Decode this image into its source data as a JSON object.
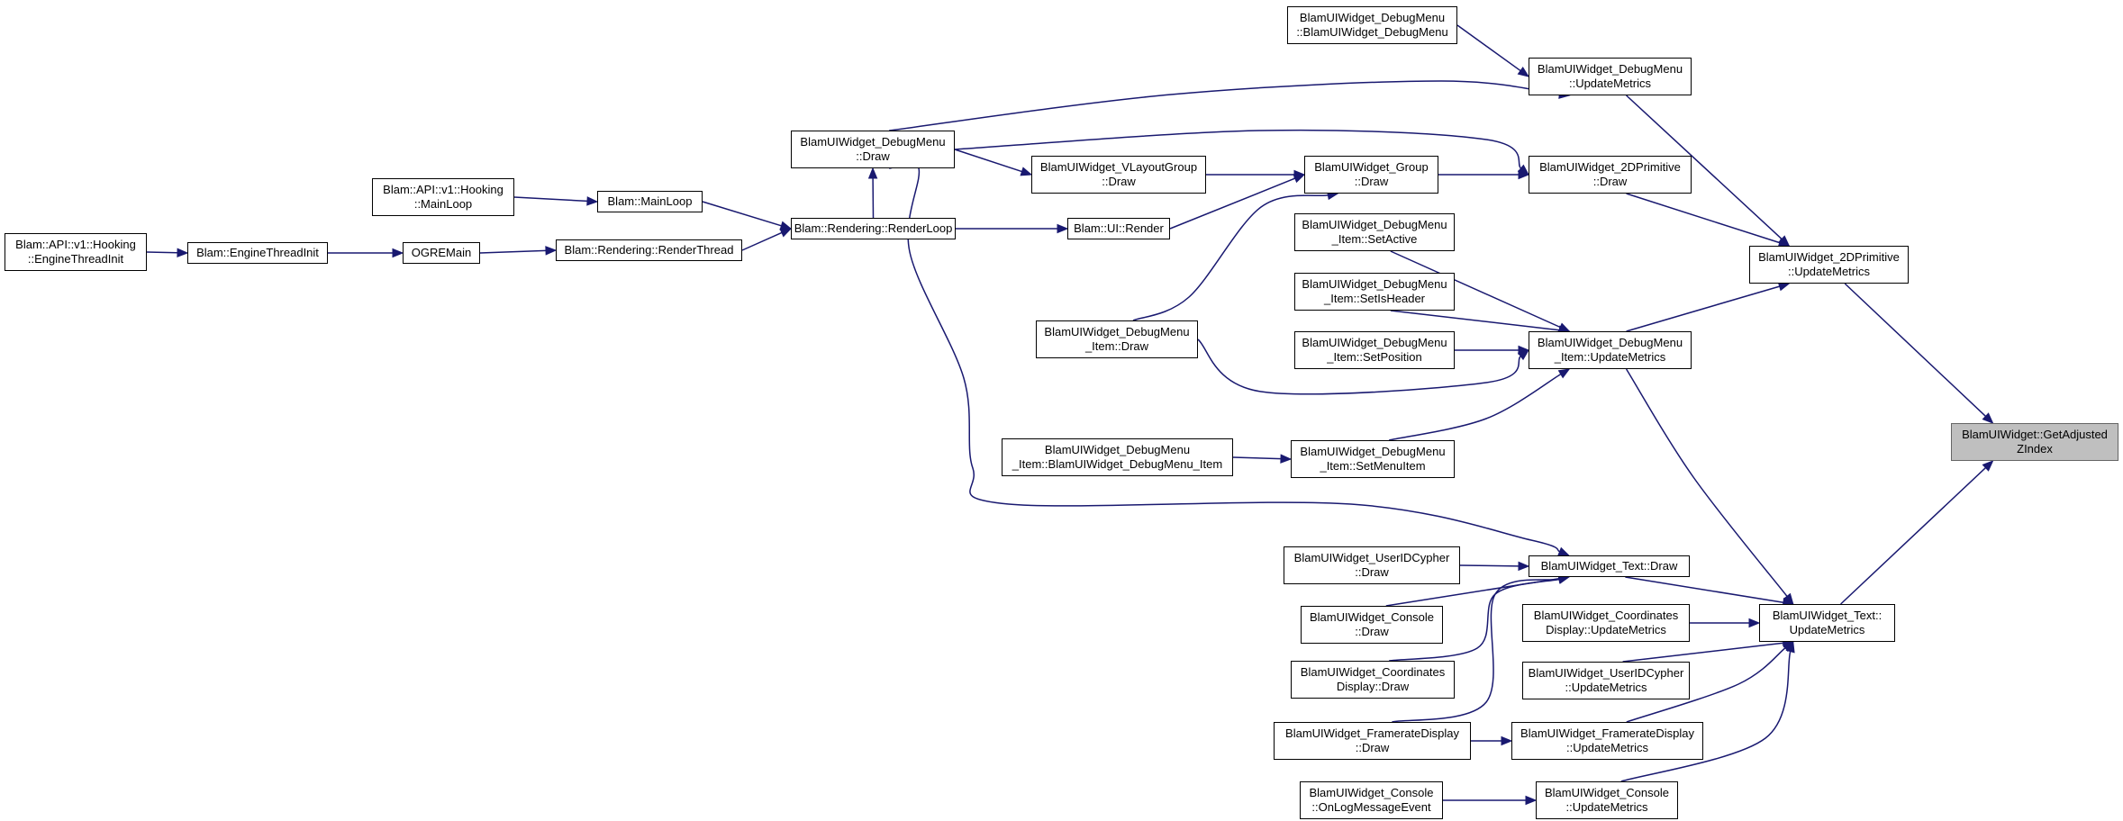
{
  "diagram": {
    "title": "",
    "nodes": [
      {
        "id": "getadj",
        "lines": [
          "BlamUIWidget::GetAdjusted",
          "ZIndex"
        ],
        "focus": true
      },
      {
        "id": "prim_um",
        "lines": [
          "BlamUIWidget_2DPrimitive",
          "::UpdateMetrics"
        ]
      },
      {
        "id": "text_um",
        "lines": [
          "BlamUIWidget_Text::",
          "UpdateMetrics"
        ]
      },
      {
        "id": "dm_um",
        "lines": [
          "BlamUIWidget_DebugMenu",
          "::UpdateMetrics"
        ]
      },
      {
        "id": "prim_draw",
        "lines": [
          "BlamUIWidget_2DPrimitive",
          "::Draw"
        ]
      },
      {
        "id": "dmi_um",
        "lines": [
          "BlamUIWidget_DebugMenu",
          "_Item::UpdateMetrics"
        ]
      },
      {
        "id": "dm_ctor",
        "lines": [
          "BlamUIWidget_DebugMenu",
          "::BlamUIWidget_DebugMenu"
        ]
      },
      {
        "id": "dm_draw",
        "lines": [
          "BlamUIWidget_DebugMenu",
          "::Draw"
        ]
      },
      {
        "id": "group_draw",
        "lines": [
          "BlamUIWidget_Group",
          "::Draw"
        ]
      },
      {
        "id": "vlg_draw",
        "lines": [
          "BlamUIWidget_VLayoutGroup",
          "::Draw"
        ]
      },
      {
        "id": "renderloop",
        "lines": [
          "Blam::Rendering::RenderLoop"
        ]
      },
      {
        "id": "ui_render",
        "lines": [
          "Blam::UI::Render"
        ]
      },
      {
        "id": "mainloop",
        "lines": [
          "Blam::MainLoop"
        ]
      },
      {
        "id": "hook_mainloop",
        "lines": [
          "Blam::API::v1::Hooking",
          "::MainLoop"
        ]
      },
      {
        "id": "renderthread",
        "lines": [
          "Blam::Rendering::RenderThread"
        ]
      },
      {
        "id": "ogremain",
        "lines": [
          "OGREMain"
        ]
      },
      {
        "id": "enginethreadinit",
        "lines": [
          "Blam::EngineThreadInit"
        ]
      },
      {
        "id": "hook_eti",
        "lines": [
          "Blam::API::v1::Hooking",
          "::EngineThreadInit"
        ]
      },
      {
        "id": "dmi_setactive",
        "lines": [
          "BlamUIWidget_DebugMenu",
          "_Item::SetActive"
        ]
      },
      {
        "id": "dmi_setisheader",
        "lines": [
          "BlamUIWidget_DebugMenu",
          "_Item::SetIsHeader"
        ]
      },
      {
        "id": "dmi_setposition",
        "lines": [
          "BlamUIWidget_DebugMenu",
          "_Item::SetPosition"
        ]
      },
      {
        "id": "dmi_draw",
        "lines": [
          "BlamUIWidget_DebugMenu",
          "_Item::Draw"
        ]
      },
      {
        "id": "dmi_setmenuitem",
        "lines": [
          "BlamUIWidget_DebugMenu",
          "_Item::SetMenuItem"
        ]
      },
      {
        "id": "dmi_ctor",
        "lines": [
          "BlamUIWidget_DebugMenu",
          "_Item::BlamUIWidget_DebugMenu_Item"
        ]
      },
      {
        "id": "text_draw",
        "lines": [
          "BlamUIWidget_Text::Draw"
        ]
      },
      {
        "id": "uid_draw",
        "lines": [
          "BlamUIWidget_UserIDCypher",
          "::Draw"
        ]
      },
      {
        "id": "console_draw",
        "lines": [
          "BlamUIWidget_Console",
          "::Draw"
        ]
      },
      {
        "id": "coords_draw",
        "lines": [
          "BlamUIWidget_Coordinates",
          "Display::Draw"
        ]
      },
      {
        "id": "fps_draw",
        "lines": [
          "BlamUIWidget_FramerateDisplay",
          "::Draw"
        ]
      },
      {
        "id": "coords_um",
        "lines": [
          "BlamUIWidget_Coordinates",
          "Display::UpdateMetrics"
        ]
      },
      {
        "id": "uid_um",
        "lines": [
          "BlamUIWidget_UserIDCypher",
          "::UpdateMetrics"
        ]
      },
      {
        "id": "fps_um",
        "lines": [
          "BlamUIWidget_FramerateDisplay",
          "::UpdateMetrics"
        ]
      },
      {
        "id": "console_um",
        "lines": [
          "BlamUIWidget_Console",
          "::UpdateMetrics"
        ]
      },
      {
        "id": "console_olme",
        "lines": [
          "BlamUIWidget_Console",
          "::OnLogMessageEvent"
        ]
      }
    ],
    "edges": [
      {
        "from": "prim_um",
        "to": "getadj"
      },
      {
        "from": "text_um",
        "to": "getadj"
      },
      {
        "from": "dm_um",
        "to": "prim_um"
      },
      {
        "from": "prim_draw",
        "to": "prim_um"
      },
      {
        "from": "dmi_um",
        "to": "prim_um"
      },
      {
        "from": "dm_ctor",
        "to": "dm_um"
      },
      {
        "from": "dm_draw",
        "to": "dm_um"
      },
      {
        "from": "dm_draw",
        "to": "prim_draw"
      },
      {
        "from": "dm_draw",
        "to": "vlg_draw"
      },
      {
        "from": "dm_draw",
        "to": "text_draw"
      },
      {
        "from": "group_draw",
        "to": "prim_draw"
      },
      {
        "from": "vlg_draw",
        "to": "group_draw"
      },
      {
        "from": "ui_render",
        "to": "group_draw"
      },
      {
        "from": "dmi_draw",
        "to": "group_draw"
      },
      {
        "from": "renderloop",
        "to": "dm_draw"
      },
      {
        "from": "renderloop",
        "to": "ui_render"
      },
      {
        "from": "mainloop",
        "to": "renderloop"
      },
      {
        "from": "renderthread",
        "to": "renderloop"
      },
      {
        "from": "hook_mainloop",
        "to": "mainloop"
      },
      {
        "from": "ogremain",
        "to": "renderthread"
      },
      {
        "from": "enginethreadinit",
        "to": "ogremain"
      },
      {
        "from": "hook_eti",
        "to": "enginethreadinit"
      },
      {
        "from": "dmi_setactive",
        "to": "dmi_um"
      },
      {
        "from": "dmi_setisheader",
        "to": "dmi_um"
      },
      {
        "from": "dmi_setposition",
        "to": "dmi_um"
      },
      {
        "from": "dmi_draw",
        "to": "dmi_um"
      },
      {
        "from": "dmi_setmenuitem",
        "to": "dmi_um"
      },
      {
        "from": "dmi_ctor",
        "to": "dmi_setmenuitem"
      },
      {
        "from": "dmi_um",
        "to": "text_um"
      },
      {
        "from": "text_draw",
        "to": "text_um"
      },
      {
        "from": "coords_um",
        "to": "text_um"
      },
      {
        "from": "uid_um",
        "to": "text_um"
      },
      {
        "from": "fps_um",
        "to": "text_um"
      },
      {
        "from": "console_um",
        "to": "text_um"
      },
      {
        "from": "uid_draw",
        "to": "text_draw"
      },
      {
        "from": "console_draw",
        "to": "text_draw"
      },
      {
        "from": "coords_draw",
        "to": "text_draw"
      },
      {
        "from": "fps_draw",
        "to": "text_draw"
      },
      {
        "from": "fps_draw",
        "to": "fps_um"
      },
      {
        "from": "console_olme",
        "to": "console_um"
      }
    ]
  }
}
